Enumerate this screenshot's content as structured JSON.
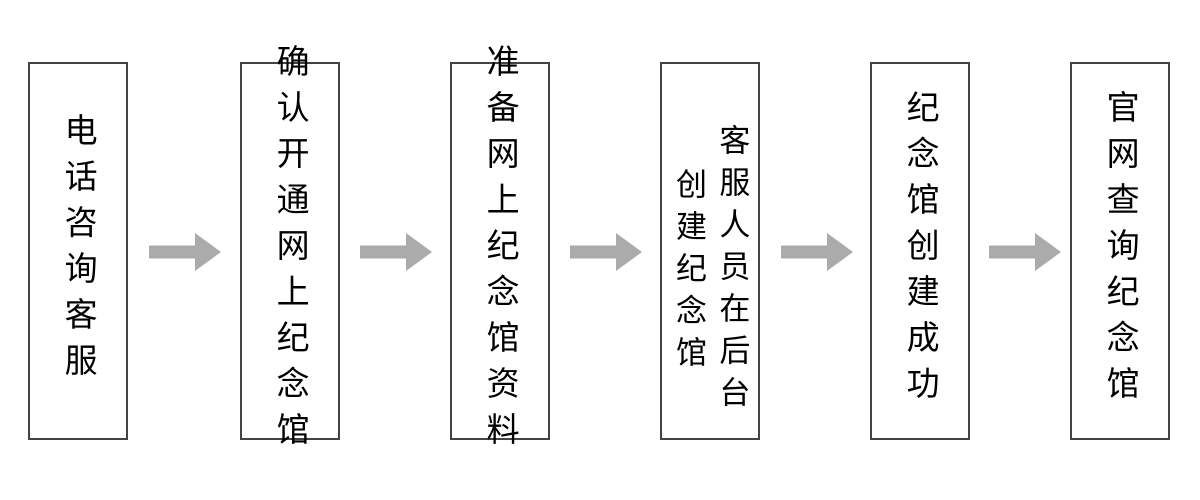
{
  "diagram": {
    "type": "horizontal-process-flowchart",
    "orientation": "left-to-right",
    "text_direction": "vertical-right-to-left",
    "colors": {
      "background": "#ffffff",
      "node_border": "#434343",
      "node_fill": "#ffffff",
      "node_text": "#000000",
      "arrow_fill": "#ababab"
    },
    "nodes": [
      {
        "id": "node-1",
        "index": 1,
        "primary": "电话咨询客服",
        "secondary": "",
        "columns": 1
      },
      {
        "id": "node-2",
        "index": 2,
        "primary": "确认开通网上纪念馆",
        "secondary": "",
        "columns": 1
      },
      {
        "id": "node-3",
        "index": 3,
        "primary": "准备网上纪念馆资料",
        "secondary": "",
        "columns": 1
      },
      {
        "id": "node-4",
        "index": 4,
        "primary": "客服人员在后台",
        "secondary": "创建纪念馆",
        "columns": 2
      },
      {
        "id": "node-5",
        "index": 5,
        "primary": "纪念馆创建成功",
        "secondary": "",
        "columns": 1
      },
      {
        "id": "node-6",
        "index": 6,
        "primary": "官网查询纪念馆",
        "secondary": "",
        "columns": 1
      }
    ],
    "connectors": [
      {
        "id": "arrow-1",
        "from": "node-1",
        "to": "node-2",
        "glyph": "→"
      },
      {
        "id": "arrow-2",
        "from": "node-2",
        "to": "node-3",
        "glyph": "→"
      },
      {
        "id": "arrow-3",
        "from": "node-3",
        "to": "node-4",
        "glyph": "→"
      },
      {
        "id": "arrow-4",
        "from": "node-4",
        "to": "node-5",
        "glyph": "→"
      },
      {
        "id": "arrow-5",
        "from": "node-5",
        "to": "node-6",
        "glyph": "→"
      }
    ]
  }
}
